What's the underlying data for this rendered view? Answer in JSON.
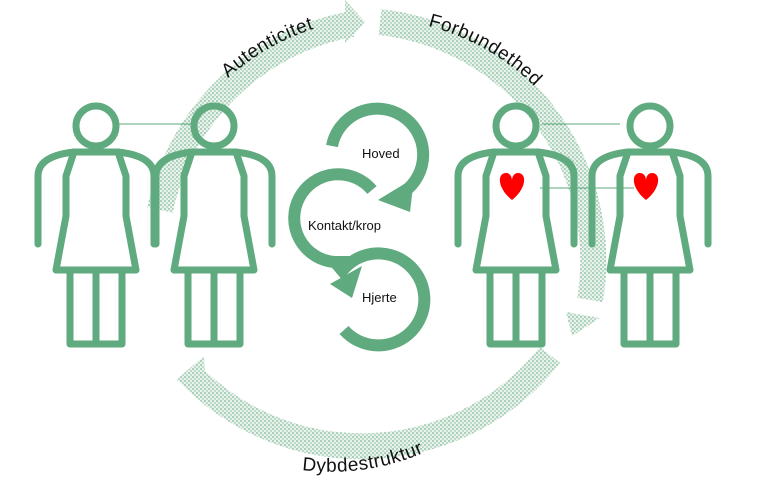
{
  "colors": {
    "figure": "#5faa7e",
    "heart": "#ff0000",
    "connector": "#5faa7e",
    "cycle_dots": "#7fb99a"
  },
  "cycle": {
    "top_label": "Autenticitet",
    "right_label": "Forbundethed",
    "bottom_label": "Dybdestruktur"
  },
  "center": {
    "labels": [
      "Hoved",
      "Kontakt/krop",
      "Hjerte"
    ]
  },
  "figures": [
    {
      "icon": "person-icon",
      "heart": false
    },
    {
      "icon": "person-icon",
      "heart": false
    },
    {
      "icon": "person-icon",
      "heart": true
    },
    {
      "icon": "person-icon",
      "heart": true
    }
  ]
}
